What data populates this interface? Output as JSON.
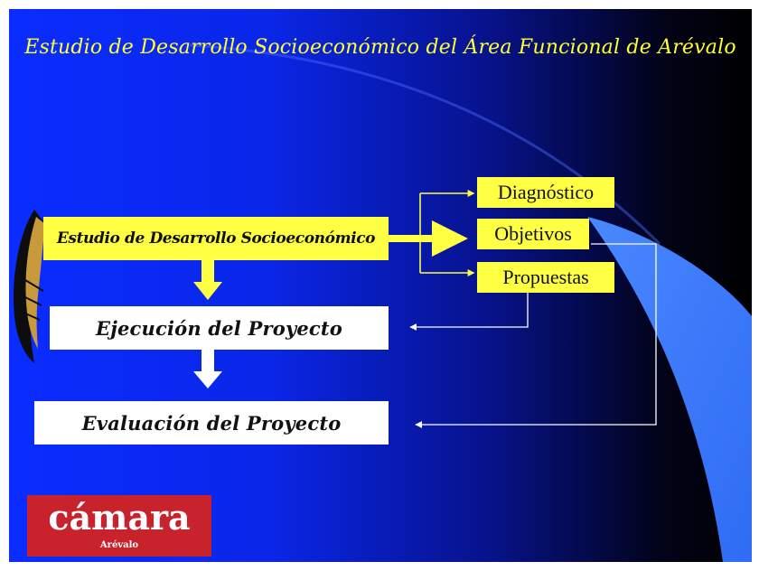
{
  "title": "Estudio de Desarrollo Socioeconómico del Área Funcional de Arévalo",
  "diagram": {
    "main_step": "Estudio de Desarrollo Socioeconómico",
    "outputs": [
      "Diagnóstico",
      "Objetivos",
      "Propuestas"
    ],
    "execution": "Ejecución del Proyecto",
    "evaluation": "Evaluación  del Proyecto"
  },
  "logo": {
    "name": "cámara",
    "city": "Arévalo"
  },
  "colors": {
    "box_yellow": "#ffff44",
    "title_yellow": "#ffff33",
    "logo_red": "#c8232c",
    "background_blue": "#0a2cff"
  }
}
